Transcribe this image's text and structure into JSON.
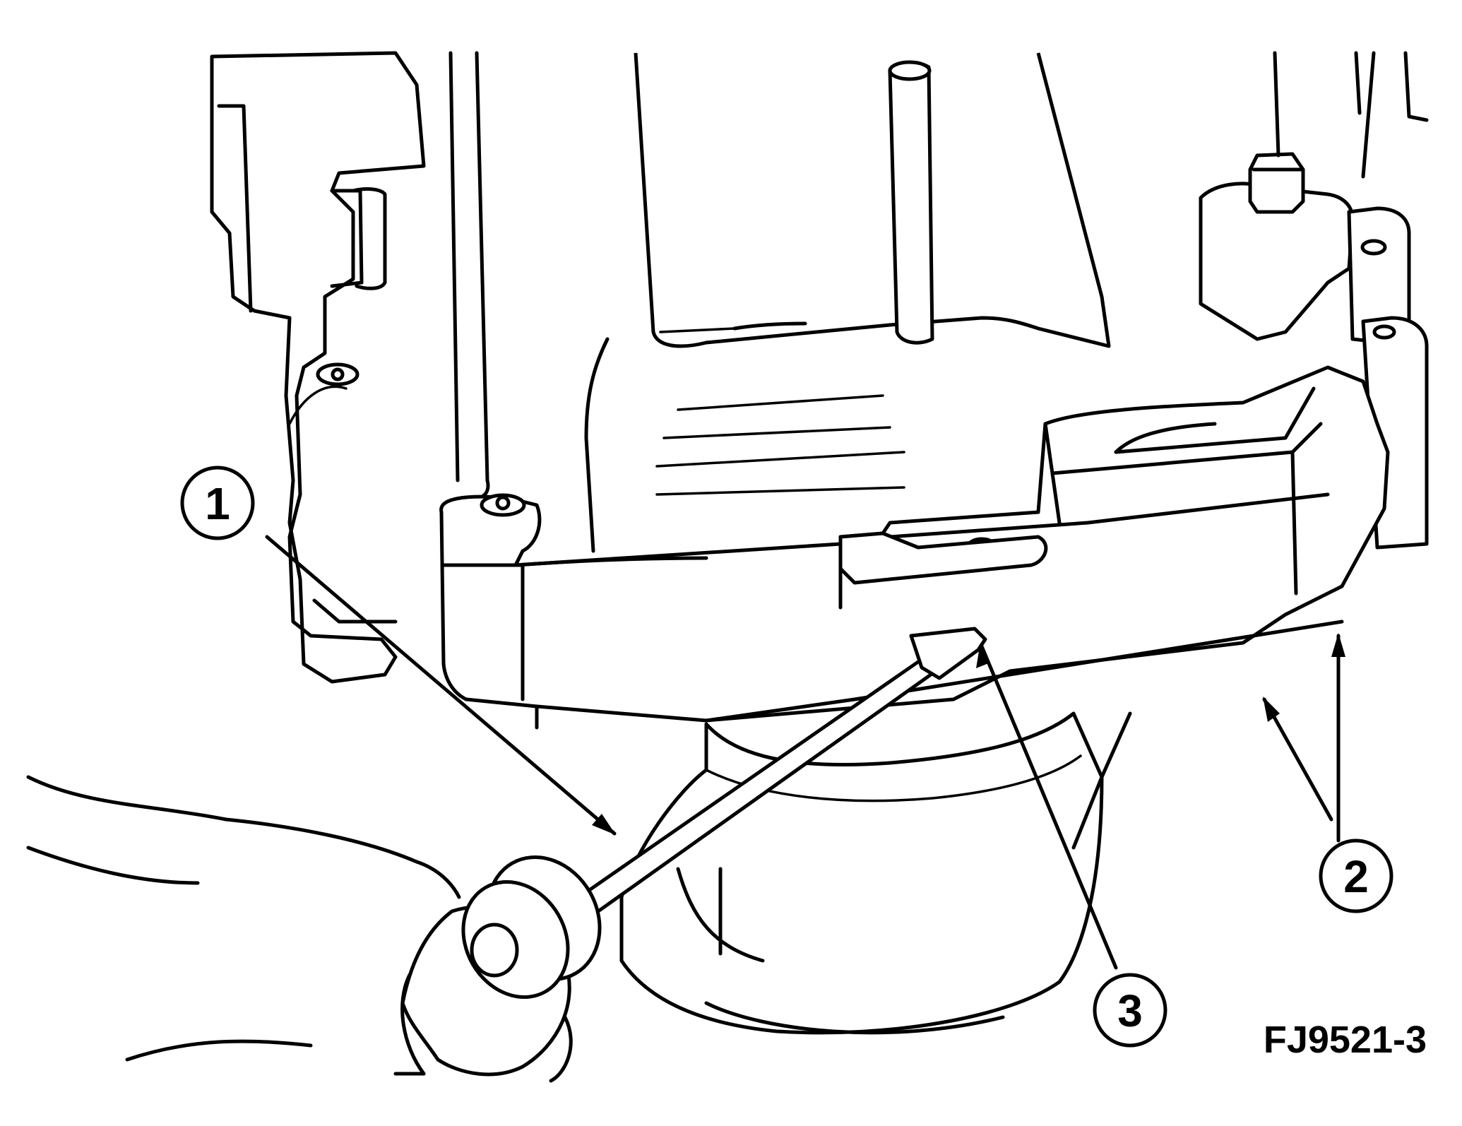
{
  "figure": {
    "id_label": "FJ9521-3",
    "background": "#ffffff",
    "ink": "#000000"
  },
  "callouts": [
    {
      "number": "1"
    },
    {
      "number": "2"
    },
    {
      "number": "3"
    }
  ]
}
